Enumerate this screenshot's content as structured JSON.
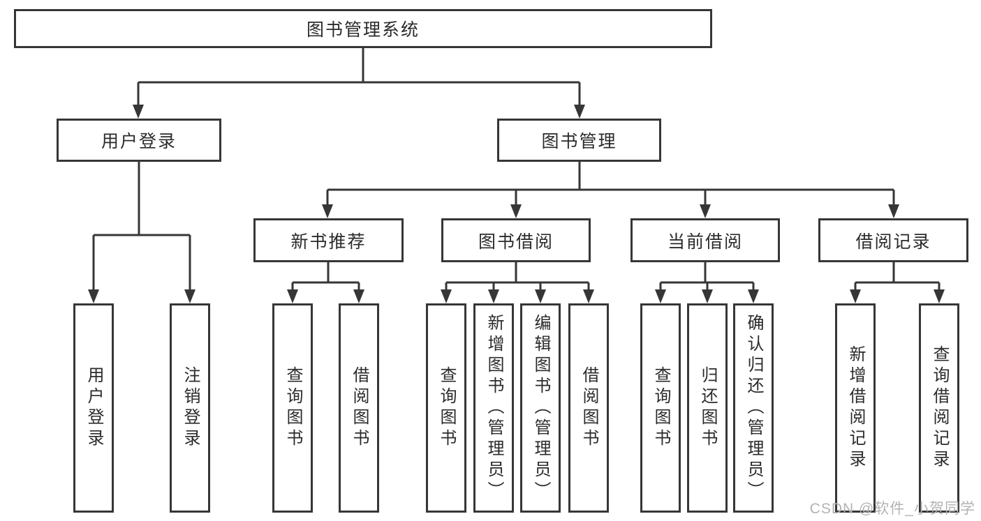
{
  "tree": {
    "root": {
      "label": "图书管理系统"
    },
    "branches": [
      {
        "label": "用户登录",
        "leaves": [
          {
            "label": "用户登录"
          },
          {
            "label": "注销登录"
          }
        ]
      },
      {
        "label": "图书管理",
        "groups": [
          {
            "label": "新书推荐",
            "leaves": [
              {
                "label": "查询图书"
              },
              {
                "label": "借阅图书"
              }
            ]
          },
          {
            "label": "图书借阅",
            "leaves": [
              {
                "label": "查询图书"
              },
              {
                "label": "新增图书（管理员）"
              },
              {
                "label": "编辑图书（管理员）"
              },
              {
                "label": "借阅图书"
              }
            ]
          },
          {
            "label": "当前借阅",
            "leaves": [
              {
                "label": "查询图书"
              },
              {
                "label": "归还图书"
              },
              {
                "label": "确认归还（管理员）"
              }
            ]
          },
          {
            "label": "借阅记录",
            "leaves": [
              {
                "label": "新增借阅记录"
              },
              {
                "label": "查询借阅记录"
              }
            ]
          }
        ]
      }
    ]
  },
  "watermark": {
    "text": "CSDN @软件_小贺同学"
  },
  "colors": {
    "line": "#363636",
    "text": "#2b2b2b",
    "watermark": "#b3b3b3",
    "background": "#ffffff"
  }
}
